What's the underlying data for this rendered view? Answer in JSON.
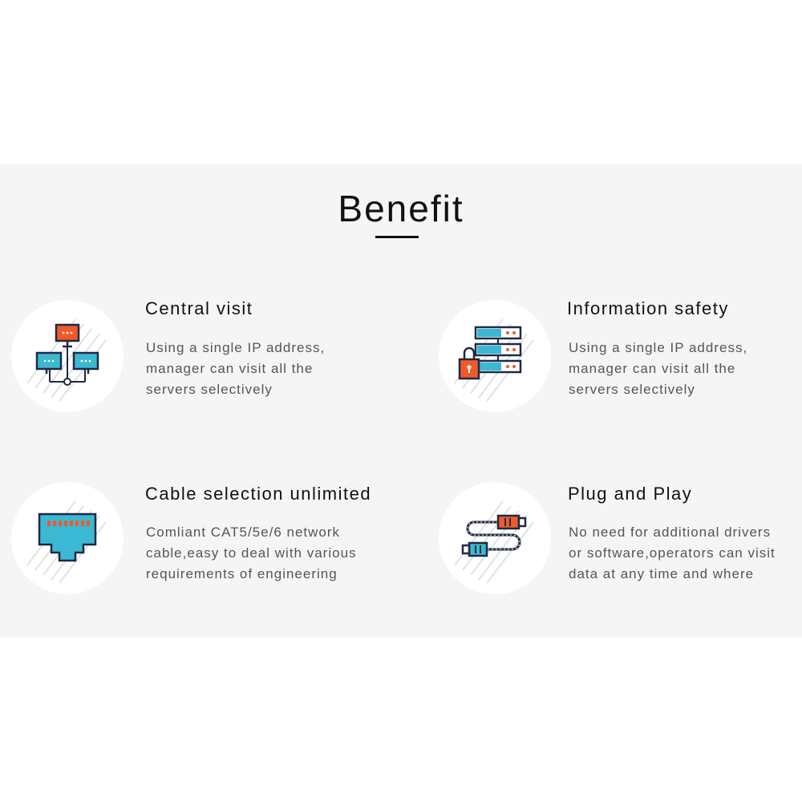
{
  "section": {
    "title": "Benefit"
  },
  "features": [
    {
      "title": "Central visit",
      "icon": "network-computers-icon",
      "lines": [
        "Using a single IP address,",
        "manager can visit all the",
        "servers selectively"
      ]
    },
    {
      "title": "Information safety",
      "icon": "server-lock-icon",
      "lines": [
        "Using a single IP address,",
        "manager can visit all the",
        "servers selectively"
      ]
    },
    {
      "title": "Cable selection unlimited",
      "icon": "ethernet-port-icon",
      "lines": [
        "Comliant CAT5/5e/6 network",
        "cable,easy to deal with various",
        "requirements of engineering"
      ]
    },
    {
      "title": "Plug and Play",
      "icon": "plug-cable-icon",
      "lines": [
        "No need for additional drivers",
        "or software,operators can visit",
        "data at any time and where"
      ]
    }
  ],
  "colors": {
    "navy": "#1f2a44",
    "teal": "#3bb8d4",
    "orange": "#f05a28",
    "panel": "#f5f5f5"
  }
}
